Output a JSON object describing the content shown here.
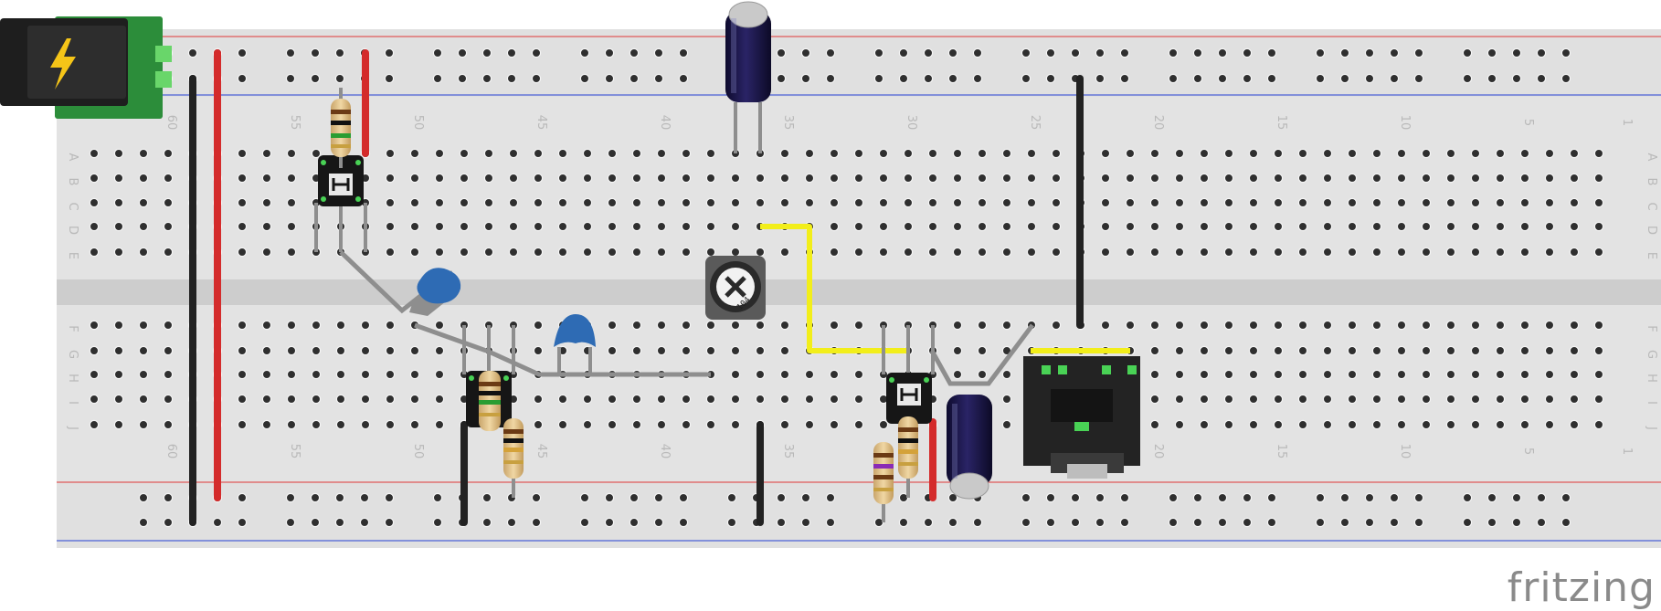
{
  "brand": "fritzing",
  "column_numbers": [
    "60",
    "55",
    "50",
    "45",
    "40",
    "35",
    "30",
    "25",
    "20",
    "15",
    "10",
    "5",
    "1"
  ],
  "row_letters_top": [
    "A",
    "B",
    "C",
    "D",
    "E"
  ],
  "row_letters_bottom": [
    "F",
    "G",
    "H",
    "I",
    "J"
  ],
  "potentiometer_label": "104",
  "colors": {
    "board": "#e3e3e3",
    "channel": "#cdcdcd",
    "rail_red_line": "#e05a5a",
    "rail_blue_line": "#4a5fd6",
    "hole": "#2f2f2f",
    "hole_active": "#7fd67a",
    "wire_red": "#d42b2b",
    "wire_black": "#222222",
    "wire_yellow": "#f2ee1a",
    "wire_grey": "#8e8e8e",
    "capacitor_ceramic": "#2e6bb4",
    "capacitor_electrolytic": "#15123f",
    "pcb_green": "#2c8d3a"
  },
  "components": [
    {
      "name": "dc-power-jack",
      "icon": "lightning-bolt-icon"
    },
    {
      "name": "transistor-q1"
    },
    {
      "name": "transistor-q2"
    },
    {
      "name": "transistor-q3"
    },
    {
      "name": "trimmer-potentiometer"
    },
    {
      "name": "electrolytic-capacitor-top"
    },
    {
      "name": "electrolytic-capacitor-bottom"
    },
    {
      "name": "ceramic-capacitor-left"
    },
    {
      "name": "ceramic-capacitor-mid"
    },
    {
      "name": "audio-jack"
    },
    {
      "name": "resistor-top"
    },
    {
      "name": "resistor-mid"
    },
    {
      "name": "resistor-low-a"
    },
    {
      "name": "resistor-low-b"
    },
    {
      "name": "resistor-low-c"
    }
  ]
}
